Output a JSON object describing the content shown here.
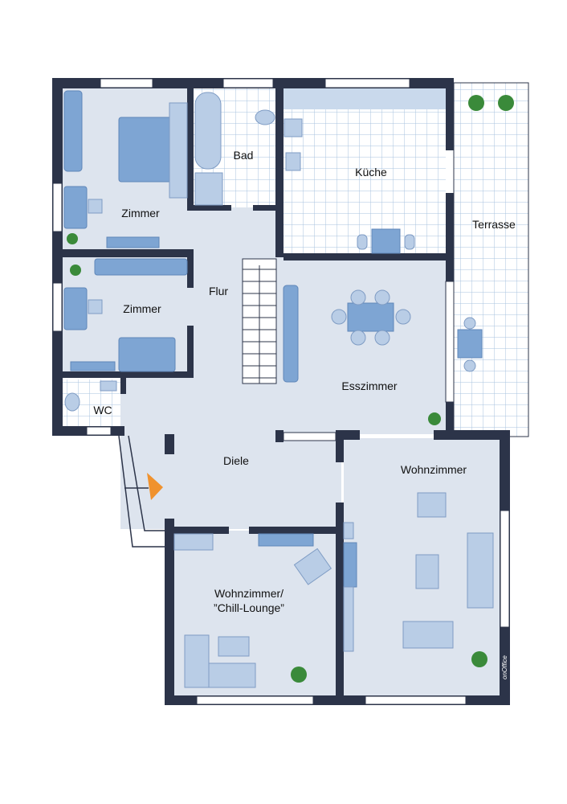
{
  "plan": {
    "rooms": {
      "zimmer1": "Zimmer",
      "bad": "Bad",
      "kueche": "Küche",
      "terrasse": "Terrasse",
      "flur": "Flur",
      "zimmer2": "Zimmer",
      "esszimmer": "Esszimmer",
      "wc": "WC",
      "diele": "Diele",
      "wohnzimmer": "Wohnzimmer",
      "chill_line1": "Wohnzimmer/",
      "chill_line2": "”Chill-Lounge”"
    },
    "watermark": "onOffice",
    "colors": {
      "wall": "#2c3449",
      "floor": "#dde4ee",
      "furniture": "#7ea5d3",
      "entrance_marker": "#f0922e"
    }
  }
}
